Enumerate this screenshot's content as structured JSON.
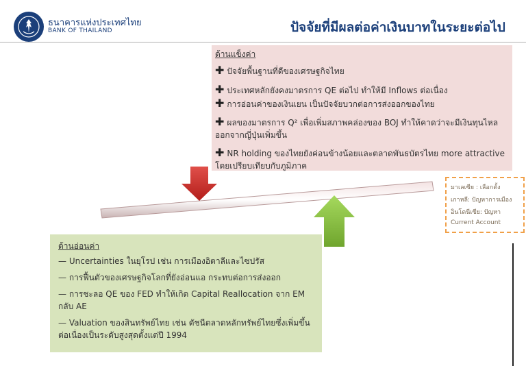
{
  "header": {
    "bank_name_th": "ธนาคารแห่งประเทศไทย",
    "bank_name_en": "BANK OF THAILAND",
    "slide_title": "ปัจจัยที่มีผลต่อค่าเงินบาทในระยะต่อไป",
    "logo_icon": "bank-seal"
  },
  "strong_factors": {
    "heading": "ด้านแข็งค่า",
    "items": [
      "ปัจจัยพื้นฐานที่ดีของเศรษฐกิจไทย",
      "ประเทศหลักยังคงมาตรการ QE ต่อไป ทำให้มี Inflows ต่อเนื่อง",
      "การอ่อนค่าของเงินเยน เป็นปัจจัยบวกต่อการส่งออกของไทย",
      "ผลของมาตรการ Q² เพื่อเพิ่มสภาพคล่องของ BOJ ทำให้คาดว่าจะมีเงินทุนไหลออกจากญี่ปุ่นเพิ่มขึ้น",
      "NR holding ของไทยยังค่อนข้างน้อยและตลาดพันธบัตรไทย more attractive โดยเปรียบเทียบกับภูมิภาค"
    ]
  },
  "weak_factors": {
    "heading": "ด้านอ่อนค่า",
    "items": [
      "Uncertainties ในยุโรป เช่น การเมืองอิตาลีและไซปรัส",
      "การฟื้นตัวของเศรษฐกิจโลกที่ยังอ่อนแอ กระทบต่อการส่งออก",
      "การชะลอ QE ของ FED ทำให้เกิด Capital Reallocation จาก EM กลับ AE",
      "Valuation ของสินทรัพย์ไทย เช่น ดัชนีตลาดหลักทรัพย์ไทยซึ่งเพิ่มขึ้นต่อเนื่องเป็นระดับสูงสุดตั้งแต่ปี 1994"
    ],
    "dash": "—"
  },
  "callout": {
    "lines": [
      "มาเลเซีย : เลือกตั้ง",
      "เกาหลี: ปัญหาการเมือง",
      "อินโดนีเซีย: ปัญหา",
      "Current Account"
    ]
  },
  "colors": {
    "strong_bg": "#f2dcdb",
    "weak_bg": "#d8e4bc",
    "down_arrow": "#d9302c",
    "up_arrow": "#8cc43e",
    "callout_border": "#f0a048",
    "title": "#1b3f7a"
  },
  "icons": {
    "bullet_plus": "plus-icon",
    "bullet_dash": "dash-icon"
  }
}
